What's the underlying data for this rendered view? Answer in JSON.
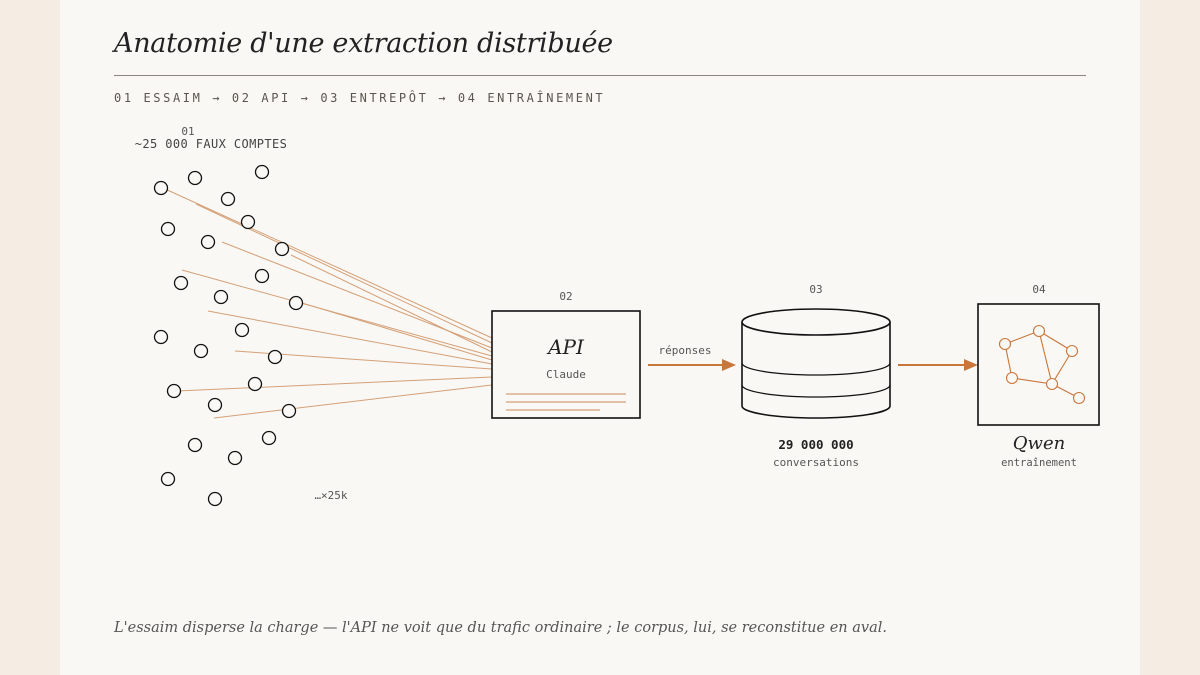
{
  "title": "Anatomie d'une extraction distribuée",
  "steps_line": "01 ESSAIM → 02 API → 03 ENTREPÔT → 04 ENTRAÎNEMENT",
  "swarm": {
    "number": "01",
    "label": "~25 000 FAUX COMPTES",
    "multiplier": "…×25k"
  },
  "api": {
    "number": "02",
    "name": "API",
    "sub": "Claude"
  },
  "arrow_label": "réponses",
  "warehouse": {
    "number": "03",
    "count": "29 000 000",
    "unit": "conversations"
  },
  "model": {
    "number": "04",
    "name": "Qwen",
    "sub": "entraînement"
  },
  "caption": "L'essaim disperse la charge — l'API ne voit que du trafic ordinaire ; le corpus, lui, se reconstitue en aval.",
  "colors": {
    "accent": "#c8763a",
    "line": "#d4a078",
    "ink": "#111111",
    "paper": "#faf8f4",
    "margin": "#f5ede4"
  }
}
